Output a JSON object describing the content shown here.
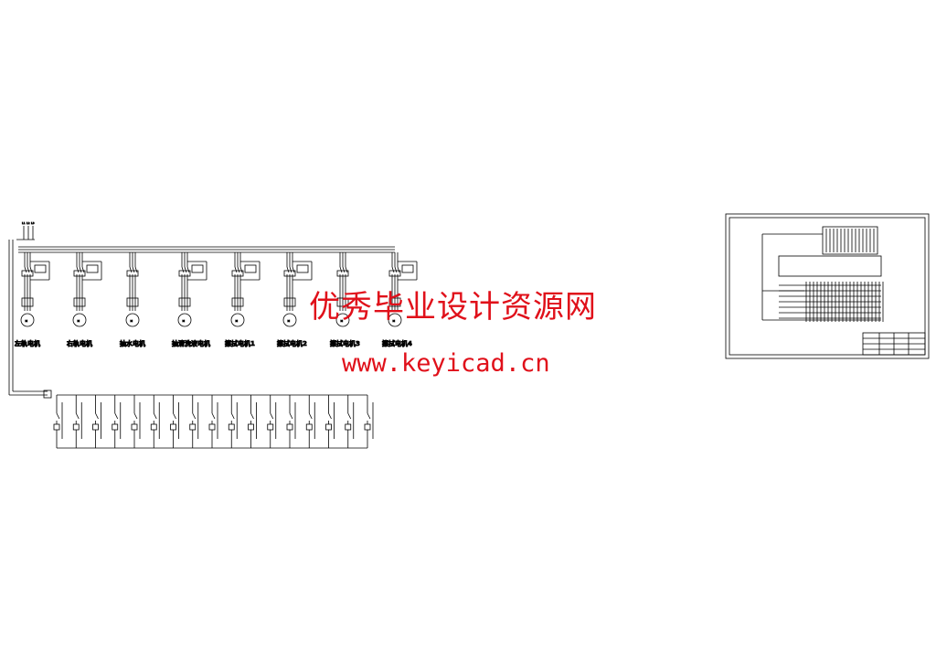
{
  "diagram": {
    "phase_labels": [
      "N",
      "L1",
      "L2",
      "L3"
    ],
    "motors": [
      {
        "label": "左轨电机"
      },
      {
        "label": "右轨电机"
      },
      {
        "label": "抽水电机"
      },
      {
        "label": "抽清洗液电机"
      },
      {
        "label": "擦拭电机1"
      },
      {
        "label": "擦拭电机2"
      },
      {
        "label": "擦拭电机3"
      },
      {
        "label": "擦拭电机4"
      }
    ],
    "control_branch_count": 17
  },
  "watermark": {
    "title": "优秀毕业设计资源网",
    "url": "www.keyicad.cn",
    "color": "#e0101a"
  }
}
